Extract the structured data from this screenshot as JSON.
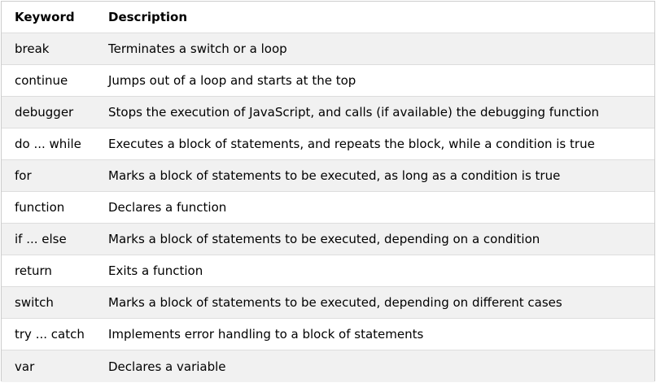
{
  "table": {
    "headers": {
      "keyword": "Keyword",
      "description": "Description"
    },
    "rows": [
      {
        "keyword": "break",
        "description": "Terminates a switch or a loop"
      },
      {
        "keyword": "continue",
        "description": "Jumps out of a loop and starts at the top"
      },
      {
        "keyword": "debugger",
        "description": "Stops the execution of JavaScript, and calls (if available) the debugging function"
      },
      {
        "keyword": "do ... while",
        "description": "Executes a block of statements, and repeats the block, while a condition is true"
      },
      {
        "keyword": "for",
        "description": "Marks a block of statements to be executed, as long as a condition is true"
      },
      {
        "keyword": "function",
        "description": "Declares a function"
      },
      {
        "keyword": "if ... else",
        "description": "Marks a block of statements to be executed, depending on a condition"
      },
      {
        "keyword": "return",
        "description": "Exits a function"
      },
      {
        "keyword": "switch",
        "description": "Marks a block of statements to be executed, depending on different cases"
      },
      {
        "keyword": "try ... catch",
        "description": "Implements error handling to a block of statements"
      },
      {
        "keyword": "var",
        "description": "Declares a variable"
      }
    ]
  }
}
